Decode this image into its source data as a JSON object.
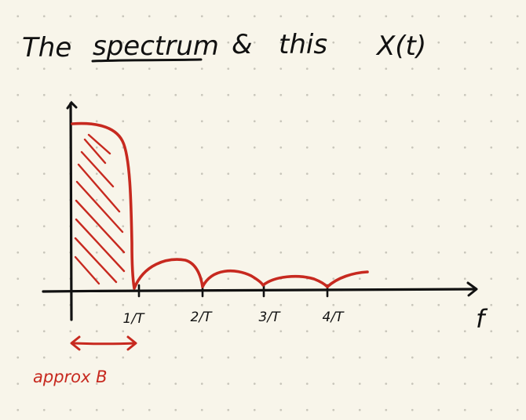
{
  "title": {
    "words": [
      "The",
      "spectrum",
      "&",
      "this",
      "X(t)"
    ]
  },
  "axes": {
    "x_label": "f"
  },
  "ticks": [
    "1/T",
    "2/T",
    "3/T",
    "4/T"
  ],
  "annotation": {
    "label": "approx B"
  },
  "colors": {
    "ink": "#111111",
    "accent": "#c7291f",
    "paper": "#f8f5ea"
  }
}
